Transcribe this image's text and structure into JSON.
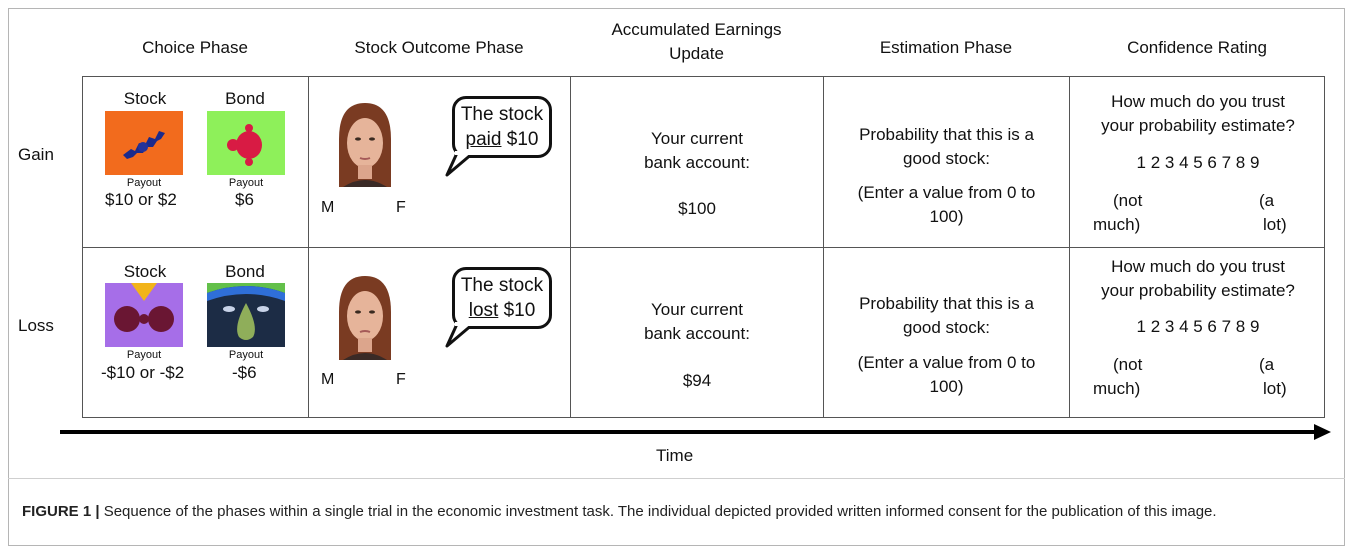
{
  "columns": {
    "choice": "Choice Phase",
    "outcome": "Stock Outcome Phase",
    "earnings_line1": "Accumulated Earnings",
    "earnings_line2": "Update",
    "estimation": "Estimation Phase",
    "confidence": "Confidence Rating"
  },
  "rows": {
    "gain": {
      "label": "Gain",
      "stock_label": "Stock",
      "bond_label": "Bond",
      "payout_label": "Payout",
      "stock_payout": "$10 or $2",
      "bond_payout": "$6",
      "bubble_line1": "The stock",
      "bubble_verb": "paid",
      "bubble_amount": " $10",
      "bank_line1": "Your current",
      "bank_line2": "bank account:",
      "bank_amount": "$100",
      "estimate_line1": "Probability that this is a",
      "estimate_line2": "good stock:",
      "estimate_line3": "(Enter a value from 0 to",
      "estimate_line4": "100)",
      "trust_line1": "How much do you trust",
      "trust_line2": "your probability estimate?",
      "scale": "1 2 3 4 5 6 7 8 9",
      "low_a": "(not",
      "low_b": "much)",
      "high_a": "(a",
      "high_b": "lot)",
      "male": "M",
      "female": "F"
    },
    "loss": {
      "label": "Loss",
      "stock_label": "Stock",
      "bond_label": "Bond",
      "payout_label": "Payout",
      "stock_payout": "-$10 or -$2",
      "bond_payout": "-$6",
      "bubble_line1": "The stock",
      "bubble_verb": "lost",
      "bubble_amount": " $10",
      "bank_line1": "Your current",
      "bank_line2": "bank account:",
      "bank_amount": "$94",
      "estimate_line1": "Probability that this is a",
      "estimate_line2": "good stock:",
      "estimate_line3": "(Enter a value from 0 to",
      "estimate_line4": "100)",
      "trust_line1": "How much do you trust",
      "trust_line2": "your probability estimate?",
      "scale": "1 2 3 4 5 6 7 8 9",
      "low_a": "(not",
      "low_b": "much)",
      "high_a": "(a",
      "high_b": "lot)",
      "male": "M",
      "female": "F"
    }
  },
  "time_label": "Time",
  "caption": {
    "figure_label": "FIGURE 1 |",
    "text": " Sequence of the phases within a single trial in the economic investment task. The individual depicted provided written informed consent for the publication of this image."
  },
  "colors": {
    "gain_stock_bg": "#f26b1d",
    "gain_bond_bg": "#8ef05a",
    "loss_stock_bg": "#a66ee8",
    "loss_bond_bg": "#1c2c45"
  }
}
